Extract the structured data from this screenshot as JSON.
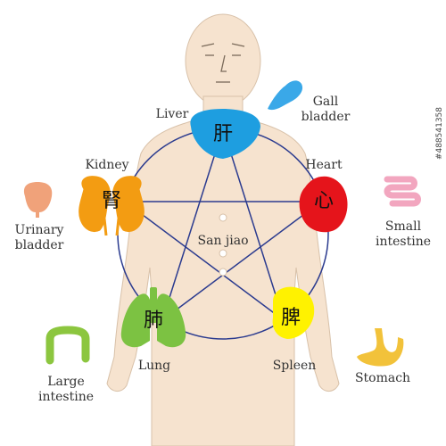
{
  "organs": {
    "liver": {
      "label": "Liver",
      "kanji": "肝",
      "color": "#1e9ee0"
    },
    "gall_bladder": {
      "label_line1": "Gall",
      "label_line2": "bladder",
      "color": "#3aa8e8"
    },
    "heart": {
      "label": "Heart",
      "kanji": "心",
      "color": "#e5141b"
    },
    "small_intestine": {
      "label_line1": "Small",
      "label_line2": "intestine",
      "color": "#f2a6bf"
    },
    "spleen": {
      "label": "Spleen",
      "kanji": "脾",
      "color": "#fff200"
    },
    "stomach": {
      "label": "Stomach",
      "color": "#f2c23a"
    },
    "lung": {
      "label": "Lung",
      "kanji": "肺",
      "color": "#7cc242"
    },
    "large_intestine": {
      "label_line1": "Large",
      "label_line2": "intestine",
      "color": "#8cc63f"
    },
    "kidney": {
      "label": "Kidney",
      "kanji": "腎",
      "color": "#f39c12"
    },
    "urinary_bladder": {
      "label_line1": "Urinary",
      "label_line2": "bladder",
      "color": "#f0a27a"
    }
  },
  "center_label": "San jiao",
  "body_color": "#f6e3cf",
  "line_color": "#2b3b8f",
  "watermark": "#488541358"
}
